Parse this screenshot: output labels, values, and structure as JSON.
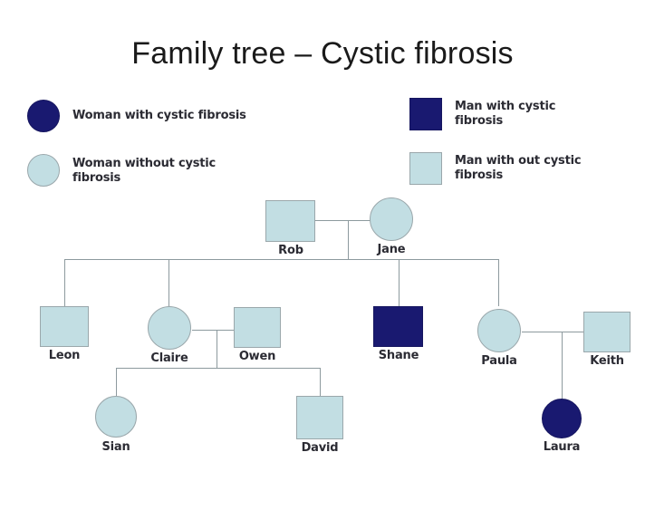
{
  "title": "Family tree – Cystic fibrosis",
  "colors": {
    "affected": "#191970",
    "unaffected": "#c2dee3",
    "shape_border": "#9aa7ab",
    "line": "#8d9a9e",
    "text": "#2b2b33",
    "background": "#ffffff"
  },
  "legend": {
    "left": [
      {
        "label": "Woman with cystic fibrosis",
        "symbol": "circle",
        "state": "affected"
      },
      {
        "label": "Woman without cystic fibrosis",
        "symbol": "circle",
        "state": "unaffected"
      }
    ],
    "right": [
      {
        "label": "Man with cystic fibrosis",
        "symbol": "square",
        "state": "affected"
      },
      {
        "label": "Man with out cystic fibrosis",
        "symbol": "square",
        "state": "unaffected"
      }
    ]
  },
  "people": {
    "rob": {
      "name": "Rob",
      "sex": "male",
      "symbol": "square",
      "affected": false,
      "generation": 1
    },
    "jane": {
      "name": "Jane",
      "sex": "female",
      "symbol": "circle",
      "affected": false,
      "generation": 1
    },
    "leon": {
      "name": "Leon",
      "sex": "male",
      "symbol": "square",
      "affected": false,
      "generation": 2
    },
    "claire": {
      "name": "Claire",
      "sex": "female",
      "symbol": "circle",
      "affected": false,
      "generation": 2
    },
    "owen": {
      "name": "Owen",
      "sex": "male",
      "symbol": "square",
      "affected": false,
      "generation": 2
    },
    "shane": {
      "name": "Shane",
      "sex": "male",
      "symbol": "square",
      "affected": true,
      "generation": 2
    },
    "paula": {
      "name": "Paula",
      "sex": "female",
      "symbol": "circle",
      "affected": false,
      "generation": 2
    },
    "keith": {
      "name": "Keith",
      "sex": "male",
      "symbol": "square",
      "affected": false,
      "generation": 2
    },
    "sian": {
      "name": "Sian",
      "sex": "female",
      "symbol": "circle",
      "affected": false,
      "generation": 3
    },
    "david": {
      "name": "David",
      "sex": "male",
      "symbol": "square",
      "affected": false,
      "generation": 3
    },
    "laura": {
      "name": "Laura",
      "sex": "female",
      "symbol": "circle",
      "affected": true,
      "generation": 3
    }
  },
  "relationships": {
    "unions": [
      {
        "partners": [
          "rob",
          "jane"
        ],
        "children": [
          "leon",
          "claire",
          "shane",
          "paula"
        ]
      },
      {
        "partners": [
          "claire",
          "owen"
        ],
        "children": [
          "sian",
          "david"
        ]
      },
      {
        "partners": [
          "paula",
          "keith"
        ],
        "children": [
          "laura"
        ]
      }
    ]
  }
}
